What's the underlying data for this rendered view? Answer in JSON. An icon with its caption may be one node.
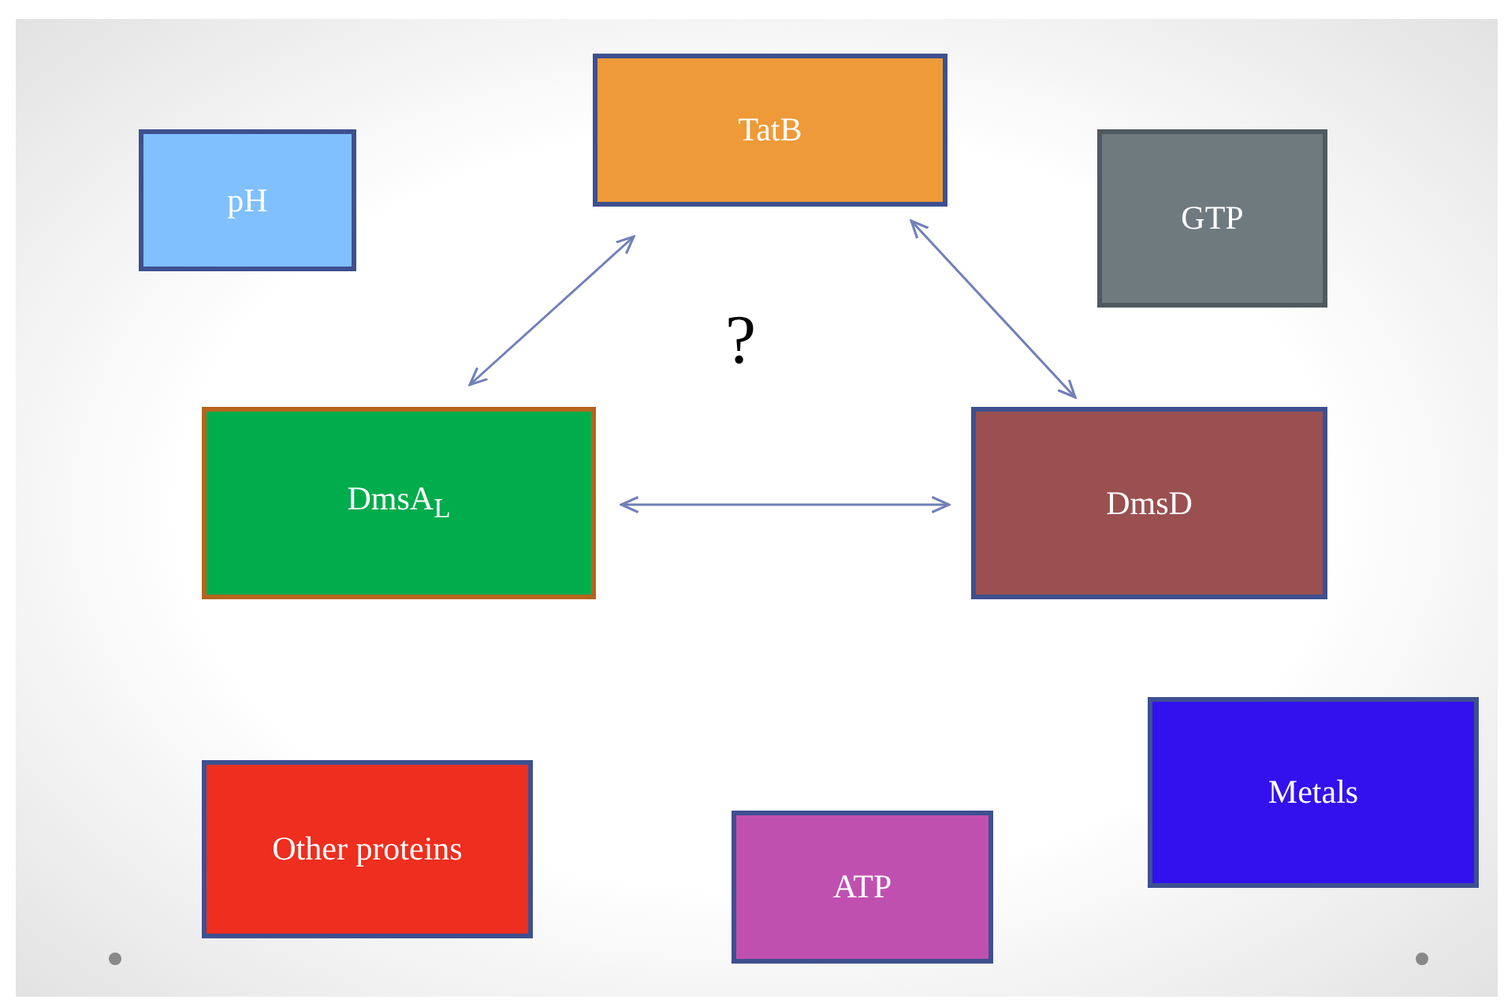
{
  "diagram": {
    "nodes": [
      {
        "text": [
          "pH"
        ]
      },
      {
        "text": [
          "TatB"
        ]
      },
      {
        "text": [
          "GTP"
        ]
      },
      {
        "text": [
          "DmsA$_{L}$"
        ]
      },
      {
        "text": [
          "DmsD"
        ]
      },
      {
        "text": [
          "Metals"
        ]
      },
      {
        "text": [
          "Other proteins"
        ]
      },
      {
        "text": [
          "ATP"
        ]
      }
    ],
    "edges": [
      {
        "from": 1,
        "to": 3,
        "arrow": "both"
      },
      {
        "from": 1,
        "to": 4,
        "arrow": "both"
      },
      {
        "from": 3,
        "to": 4,
        "arrow": "both"
      }
    ],
    "labels": [
      "?"
    ]
  }
}
